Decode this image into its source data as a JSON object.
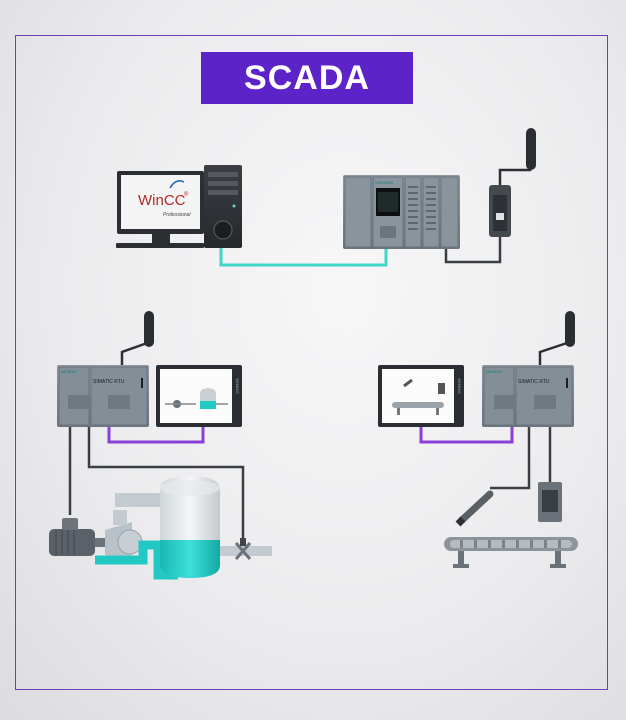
{
  "title": "SCADA",
  "hmi_software": {
    "name": "WinCC",
    "edition": "Professional",
    "trademark": "®"
  },
  "controllers": {
    "model_label": "SIMATIC RTU",
    "brand": "SIEMENS"
  },
  "colors": {
    "title_bg": "#5c23c9",
    "frame": "#6b3fc0",
    "ethernet_link": "#3fd6c4",
    "local_link": "#8a3fd6",
    "cable": "#3a3f44",
    "plc_body": "#7a858f",
    "fluid": "#22c9c4"
  }
}
